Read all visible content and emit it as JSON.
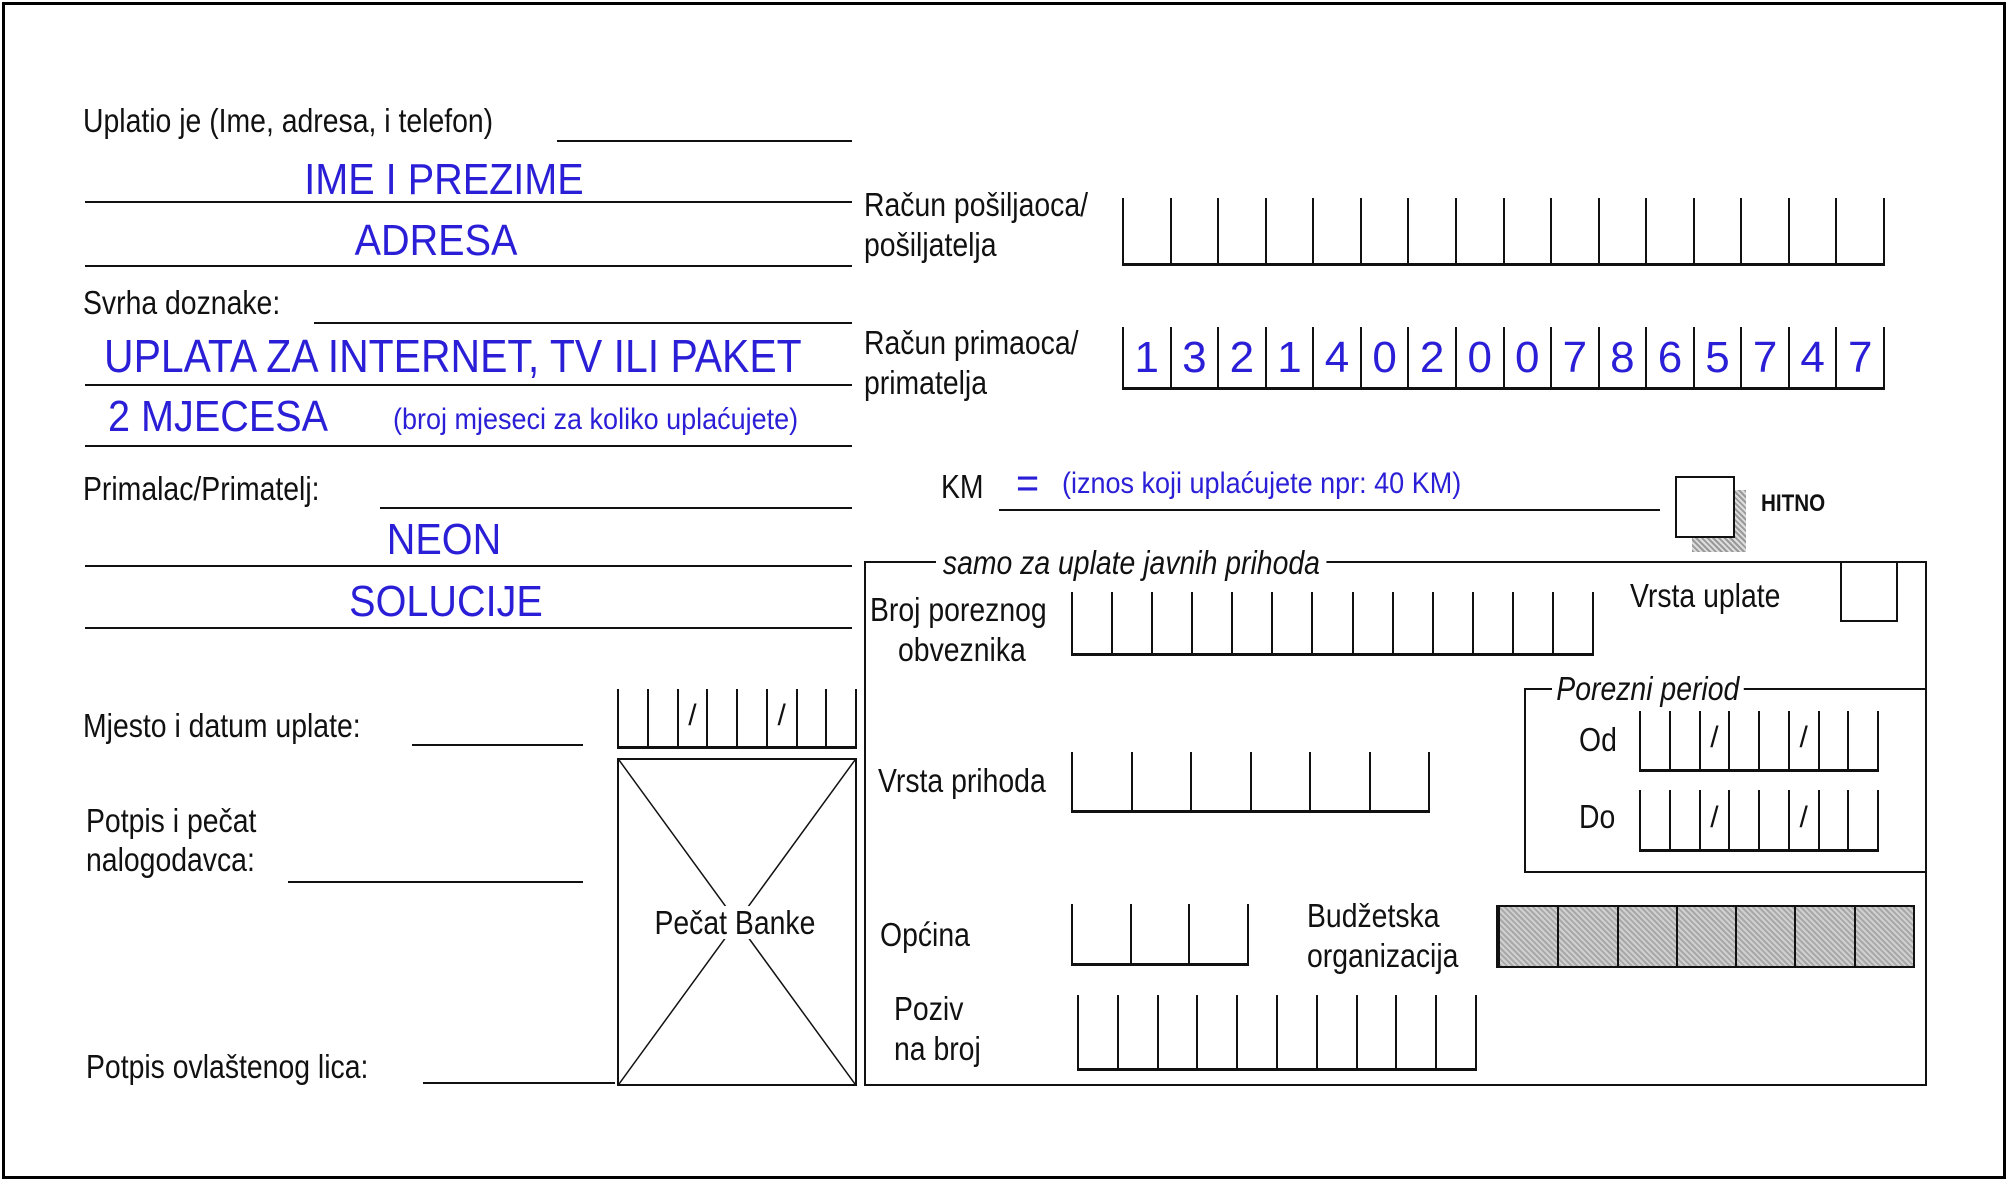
{
  "payer": {
    "label": "Uplatio je (Ime, adresa, i telefon)",
    "name": "IME I PREZIME",
    "address": "ADRESA"
  },
  "purpose": {
    "label": "Svrha doznake:",
    "line1": "UPLATA ZA INTERNET, TV ILI PAKET",
    "line2": "2 MJECESA",
    "hint": "(broj mjeseci za koliko uplaćujete)"
  },
  "recipient": {
    "label": "Primalac/Primatelj:",
    "line1": "NEON",
    "line2": "SOLUCIJE"
  },
  "place_date": {
    "label": "Mjesto i datum uplate:",
    "separator": "/"
  },
  "signature_client": {
    "label_line1": "Potpis i pečat",
    "label_line2": "nalogodavca:"
  },
  "signature_official": {
    "label": "Potpis ovlaštenog lica:"
  },
  "bank_stamp": {
    "label": "Pečat Banke"
  },
  "sender_account": {
    "label_line1": "Račun pošiljaoca/",
    "label_line2": "pošiljatelja"
  },
  "recipient_account": {
    "label_line1": "Račun primaoca/",
    "label_line2": "primatelja",
    "digits": [
      "1",
      "3",
      "2",
      "1",
      "4",
      "0",
      "2",
      "0",
      "0",
      "7",
      "8",
      "6",
      "5",
      "7",
      "4",
      "7"
    ]
  },
  "amount": {
    "currency": "KM",
    "equals": "=",
    "hint": "(iznos koji uplaćujete npr: 40 KM)"
  },
  "urgent": {
    "label": "HITNO"
  },
  "public_revenue": {
    "title": "samo za uplate javnih prihoda",
    "taxpayer_label_line1": "Broj poreznog",
    "taxpayer_label_line2": "obveznika",
    "payment_type_label": "Vrsta uplate",
    "tax_period_label": "Porezni period",
    "from_label": "Od",
    "to_label": "Do",
    "revenue_type_label": "Vrsta prihoda",
    "municipality_label": "Općina",
    "budget_org_line1": "Budžetska",
    "budget_org_line2": "organizacija",
    "reference_line1": "Poziv",
    "reference_line2": "na broj"
  }
}
